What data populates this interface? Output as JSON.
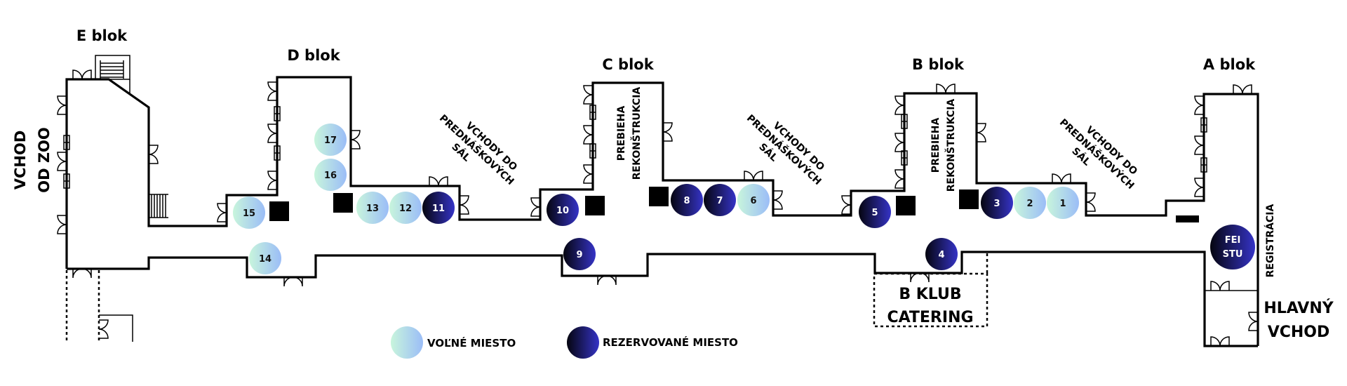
{
  "title": "FEI STU floor plan - seat reservation map",
  "blocks": {
    "e": "E blok",
    "d": "D blok",
    "c": "C blok",
    "b": "B blok",
    "a": "A blok"
  },
  "entrances": {
    "zoo_line1": "VCHOD",
    "zoo_line2": "OD ZOO",
    "main_line1": "HLAVNÝ",
    "main_line2": "VCHOD"
  },
  "lecture_hall_entrances": {
    "line1": "VCHODY DO",
    "line2": "PREDNÁŠKOVÝCH",
    "line3": "SÁL"
  },
  "reconstruction": {
    "line1": "PREBIEHA",
    "line2": "REKONŠTRUKCIA"
  },
  "catering": {
    "line1": "B KLUB",
    "line2": "CATERING"
  },
  "registration": {
    "label": "REGISTRÁCIA",
    "booth_line1": "FEI",
    "booth_line2": "STU"
  },
  "legend": {
    "free": "VOĽNÉ MIESTO",
    "reserved": "REZERVOVANÉ MIESTO"
  },
  "colors": {
    "free_start": "#c8f5dc",
    "free_end": "#9bbdf7",
    "reserved_start": "#05050f",
    "reserved_end": "#3533c6"
  },
  "seats": [
    {
      "number": "1",
      "status": "free"
    },
    {
      "number": "2",
      "status": "free"
    },
    {
      "number": "3",
      "status": "reserved"
    },
    {
      "number": "4",
      "status": "reserved"
    },
    {
      "number": "5",
      "status": "reserved"
    },
    {
      "number": "6",
      "status": "free"
    },
    {
      "number": "7",
      "status": "reserved"
    },
    {
      "number": "8",
      "status": "reserved"
    },
    {
      "number": "9",
      "status": "reserved"
    },
    {
      "number": "10",
      "status": "reserved"
    },
    {
      "number": "11",
      "status": "reserved"
    },
    {
      "number": "12",
      "status": "free"
    },
    {
      "number": "13",
      "status": "free"
    },
    {
      "number": "14",
      "status": "free"
    },
    {
      "number": "15",
      "status": "free"
    },
    {
      "number": "16",
      "status": "free"
    },
    {
      "number": "17",
      "status": "free"
    }
  ]
}
